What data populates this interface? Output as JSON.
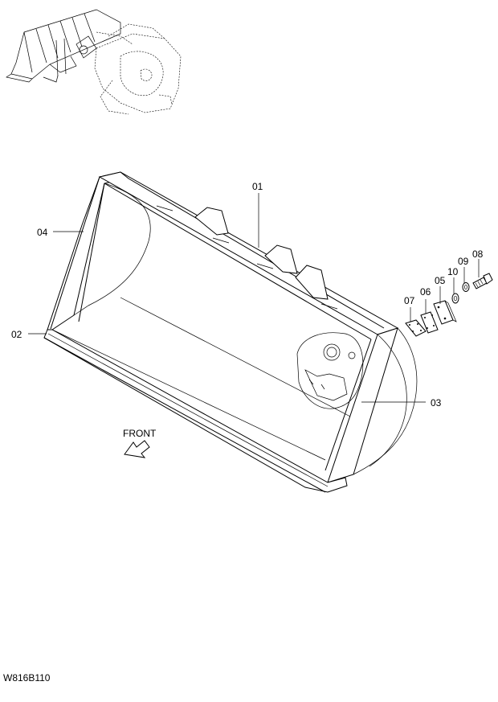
{
  "diagram": {
    "code": "W816B110",
    "front_label": "FRONT",
    "parts": [
      {
        "id": "01"
      },
      {
        "id": "02"
      },
      {
        "id": "03"
      },
      {
        "id": "04"
      },
      {
        "id": "05"
      },
      {
        "id": "06"
      },
      {
        "id": "07"
      },
      {
        "id": "08"
      },
      {
        "id": "09"
      },
      {
        "id": "10"
      }
    ]
  }
}
